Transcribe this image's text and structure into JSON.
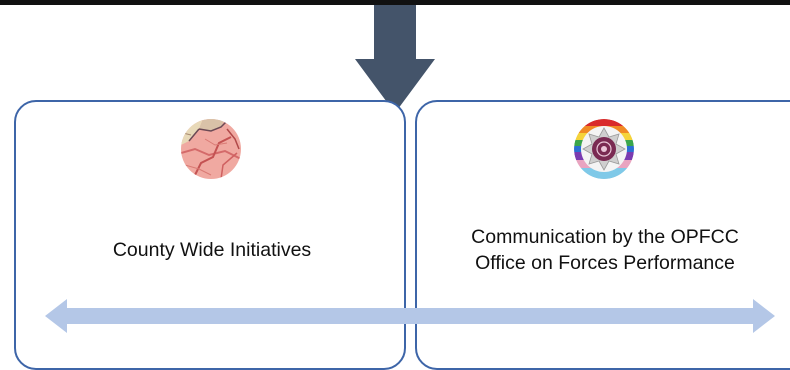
{
  "left_panel": {
    "label": "County Wide Initiatives",
    "icon": "map-icon"
  },
  "right_panel": {
    "label_line1": "Communication by the OPFCC",
    "label_line2": "Office on Forces Performance",
    "icon": "police-crest-icon"
  },
  "colors": {
    "down_arrow": "#44546a",
    "panel_border": "#3d65a8",
    "horizontal_arrow": "#b4c7e7"
  }
}
